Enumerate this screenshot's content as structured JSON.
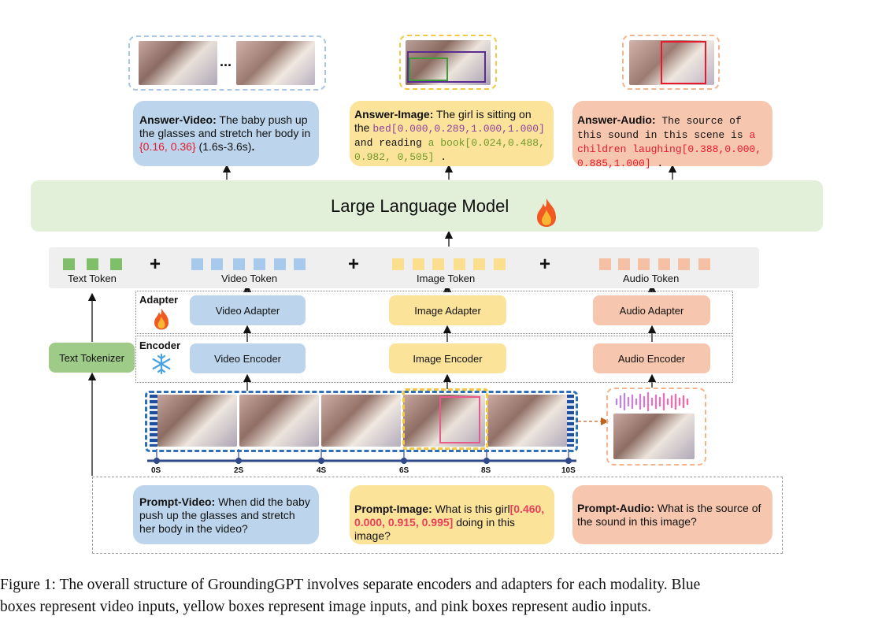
{
  "colors": {
    "video": "#bcd5ec",
    "image": "#fbe39a",
    "audio": "#f6c7ae",
    "text_token": "#7fbf6a",
    "llm": "#e2f0d9",
    "token_bar": "#efefef",
    "timeline": "#2f4a8a",
    "video_dash": "#2f6fb8",
    "image_dash": "#f5c842",
    "audio_dash": "#f2b58e"
  },
  "answers": {
    "video": {
      "label": "Answer-Video:",
      "text1": " The baby push up the glasses and stretch her body in ",
      "span": "{0.16, 0.36}",
      "text2": " (1.6s-3.6s)",
      "end": "."
    },
    "image": {
      "label": "Answer-Image:",
      "text1": " The girl is sitting on the ",
      "bed": "bed[0.000,0.289,1.000,1.000]",
      "text2": " and reading ",
      "book": "a book[0.024,0.488, 0.982, 0,505]",
      "end": " ."
    },
    "audio": {
      "label": "Answer-Audio:",
      "text1": " The source of this sound in this scene is ",
      "span": "a children laughing[0.388,0.000, 0.885,1.000]",
      "end": " ."
    }
  },
  "video_answer_ellipsis": "...",
  "llm": {
    "title": "Large Language Model"
  },
  "tokens": {
    "plus": "+",
    "text": "Text Token",
    "video": "Video Token",
    "image": "Image Token",
    "audio": "Audio Token"
  },
  "rows": {
    "adapter": "Adapter",
    "encoder": "Encoder"
  },
  "modules": {
    "video_adapter": "Video Adapter",
    "image_adapter": "Image Adapter",
    "audio_adapter": "Audio Adapter",
    "video_encoder": "Video Encoder",
    "image_encoder": "Image Encoder",
    "audio_encoder": "Audio Encoder",
    "text_tokenizer": "Text Tokenizer"
  },
  "timeline": {
    "ticks": [
      "0S",
      "2S",
      "4S",
      "6S",
      "8S",
      "10S"
    ]
  },
  "prompts": {
    "video": {
      "label": "Prompt-Video:",
      "text": " When did the baby push up the glasses and stretch her body in the video?"
    },
    "image": {
      "label": "Prompt-Image:",
      "text1": " What is this girl",
      "span": "[0.460, 0.000, 0.915, 0.995]",
      "text2": " doing in this image?"
    },
    "audio": {
      "label": "Prompt-Audio:",
      "text": " What is the source of the sound in this image?"
    }
  },
  "caption": {
    "line1": "Figure 1: The overall structure of GroundingGPT involves separate encoders and adapters for each modality. Blue",
    "line2": "boxes represent video inputs, yellow boxes represent image inputs, and pink boxes represent audio inputs."
  }
}
